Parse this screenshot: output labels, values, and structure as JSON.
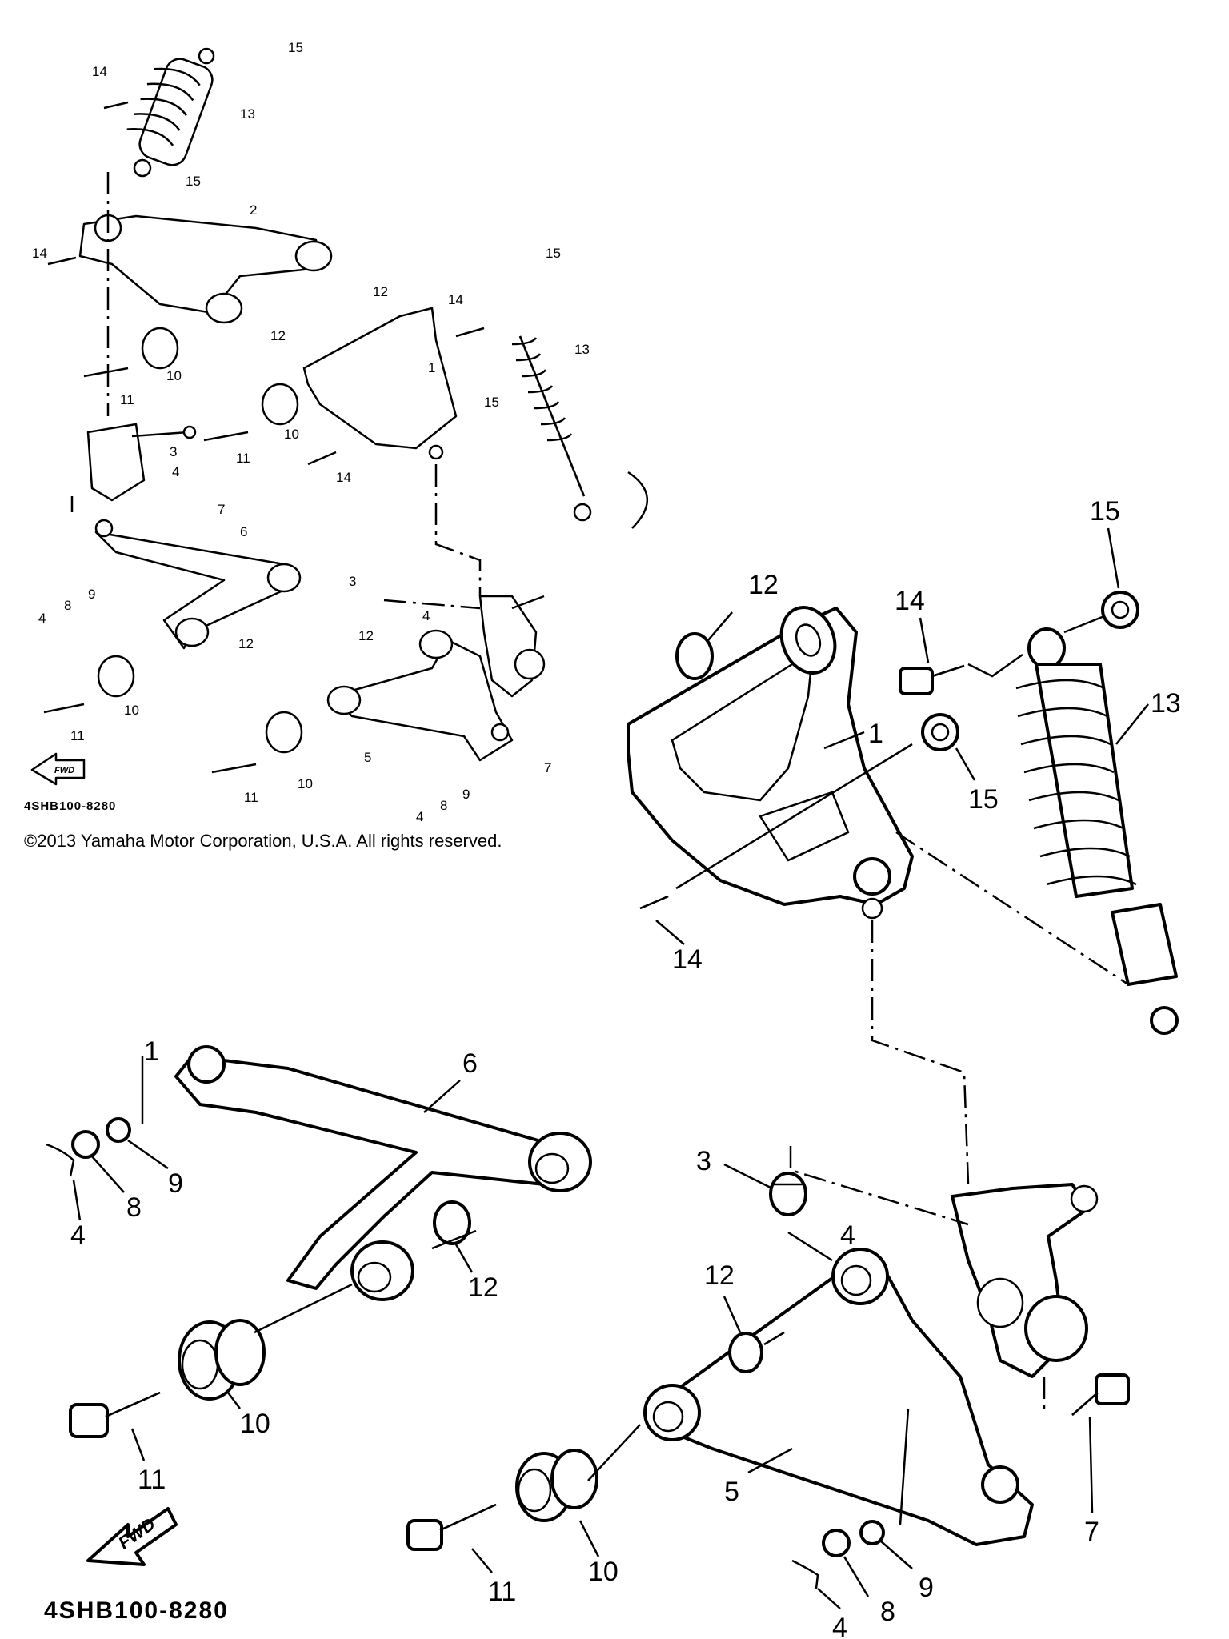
{
  "copyright": "©2013 Yamaha Motor Corporation, U.S.A. All rights reserved.",
  "diagram_code": "4SHB100-8280",
  "fwd_label": "FWD",
  "callouts": {
    "p1": "1",
    "p2": "2",
    "p3": "3",
    "p4": "4",
    "p5": "5",
    "p6": "6",
    "p7": "7",
    "p8": "8",
    "p9": "9",
    "p10": "10",
    "p11": "11",
    "p12": "12",
    "p13": "13",
    "p14": "14",
    "p15": "15"
  }
}
